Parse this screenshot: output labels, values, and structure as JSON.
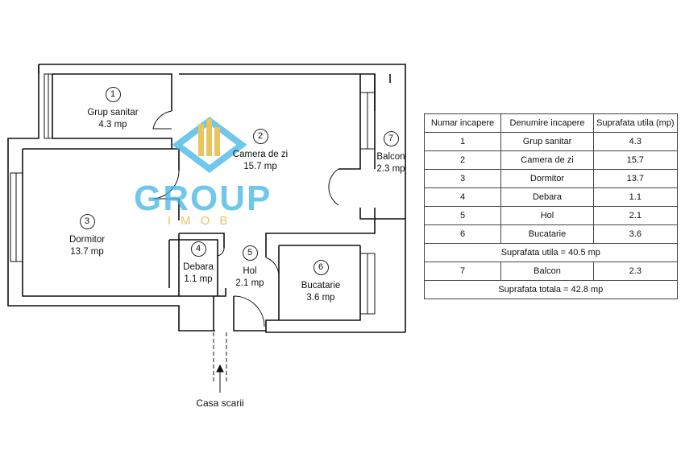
{
  "rooms": [
    {
      "num": "1",
      "name": "Grup sanitar",
      "area": "4.3 mp"
    },
    {
      "num": "2",
      "name": "Camera de zi",
      "area": "15.7 mp"
    },
    {
      "num": "3",
      "name": "Dormitor",
      "area": "13.7 mp"
    },
    {
      "num": "4",
      "name": "Debara",
      "area": "1.1 mp"
    },
    {
      "num": "5",
      "name": "Hol",
      "area": "2.1 mp"
    },
    {
      "num": "6",
      "name": "Bucatarie",
      "area": "3.6 mp"
    },
    {
      "num": "7",
      "name": "Balcon",
      "area": "2.3 mp"
    }
  ],
  "stair_label": "Casa scarii",
  "logo": {
    "word": "GROUP",
    "sub": "IMOB",
    "colors": {
      "blue": "#3fb6e6",
      "gold": "#e2b22b"
    }
  },
  "table": {
    "headers": [
      "Numar incapere",
      "Denumire incapere",
      "Suprafata utila (mp)"
    ],
    "rows": [
      [
        "1",
        "Grup sanitar",
        "4.3"
      ],
      [
        "2",
        "Camera de zi",
        "15.7"
      ],
      [
        "3",
        "Dormitor",
        "13.7"
      ],
      [
        "4",
        "Debara",
        "1.1"
      ],
      [
        "5",
        "Hol",
        "2.1"
      ],
      [
        "6",
        "Bucatarie",
        "3.6"
      ]
    ],
    "subtotal": "Suprafata utila = 40.5 mp",
    "balcony_row": [
      "7",
      "Balcon",
      "2.3"
    ],
    "total": "Suprafata totala = 42.8 mp"
  }
}
